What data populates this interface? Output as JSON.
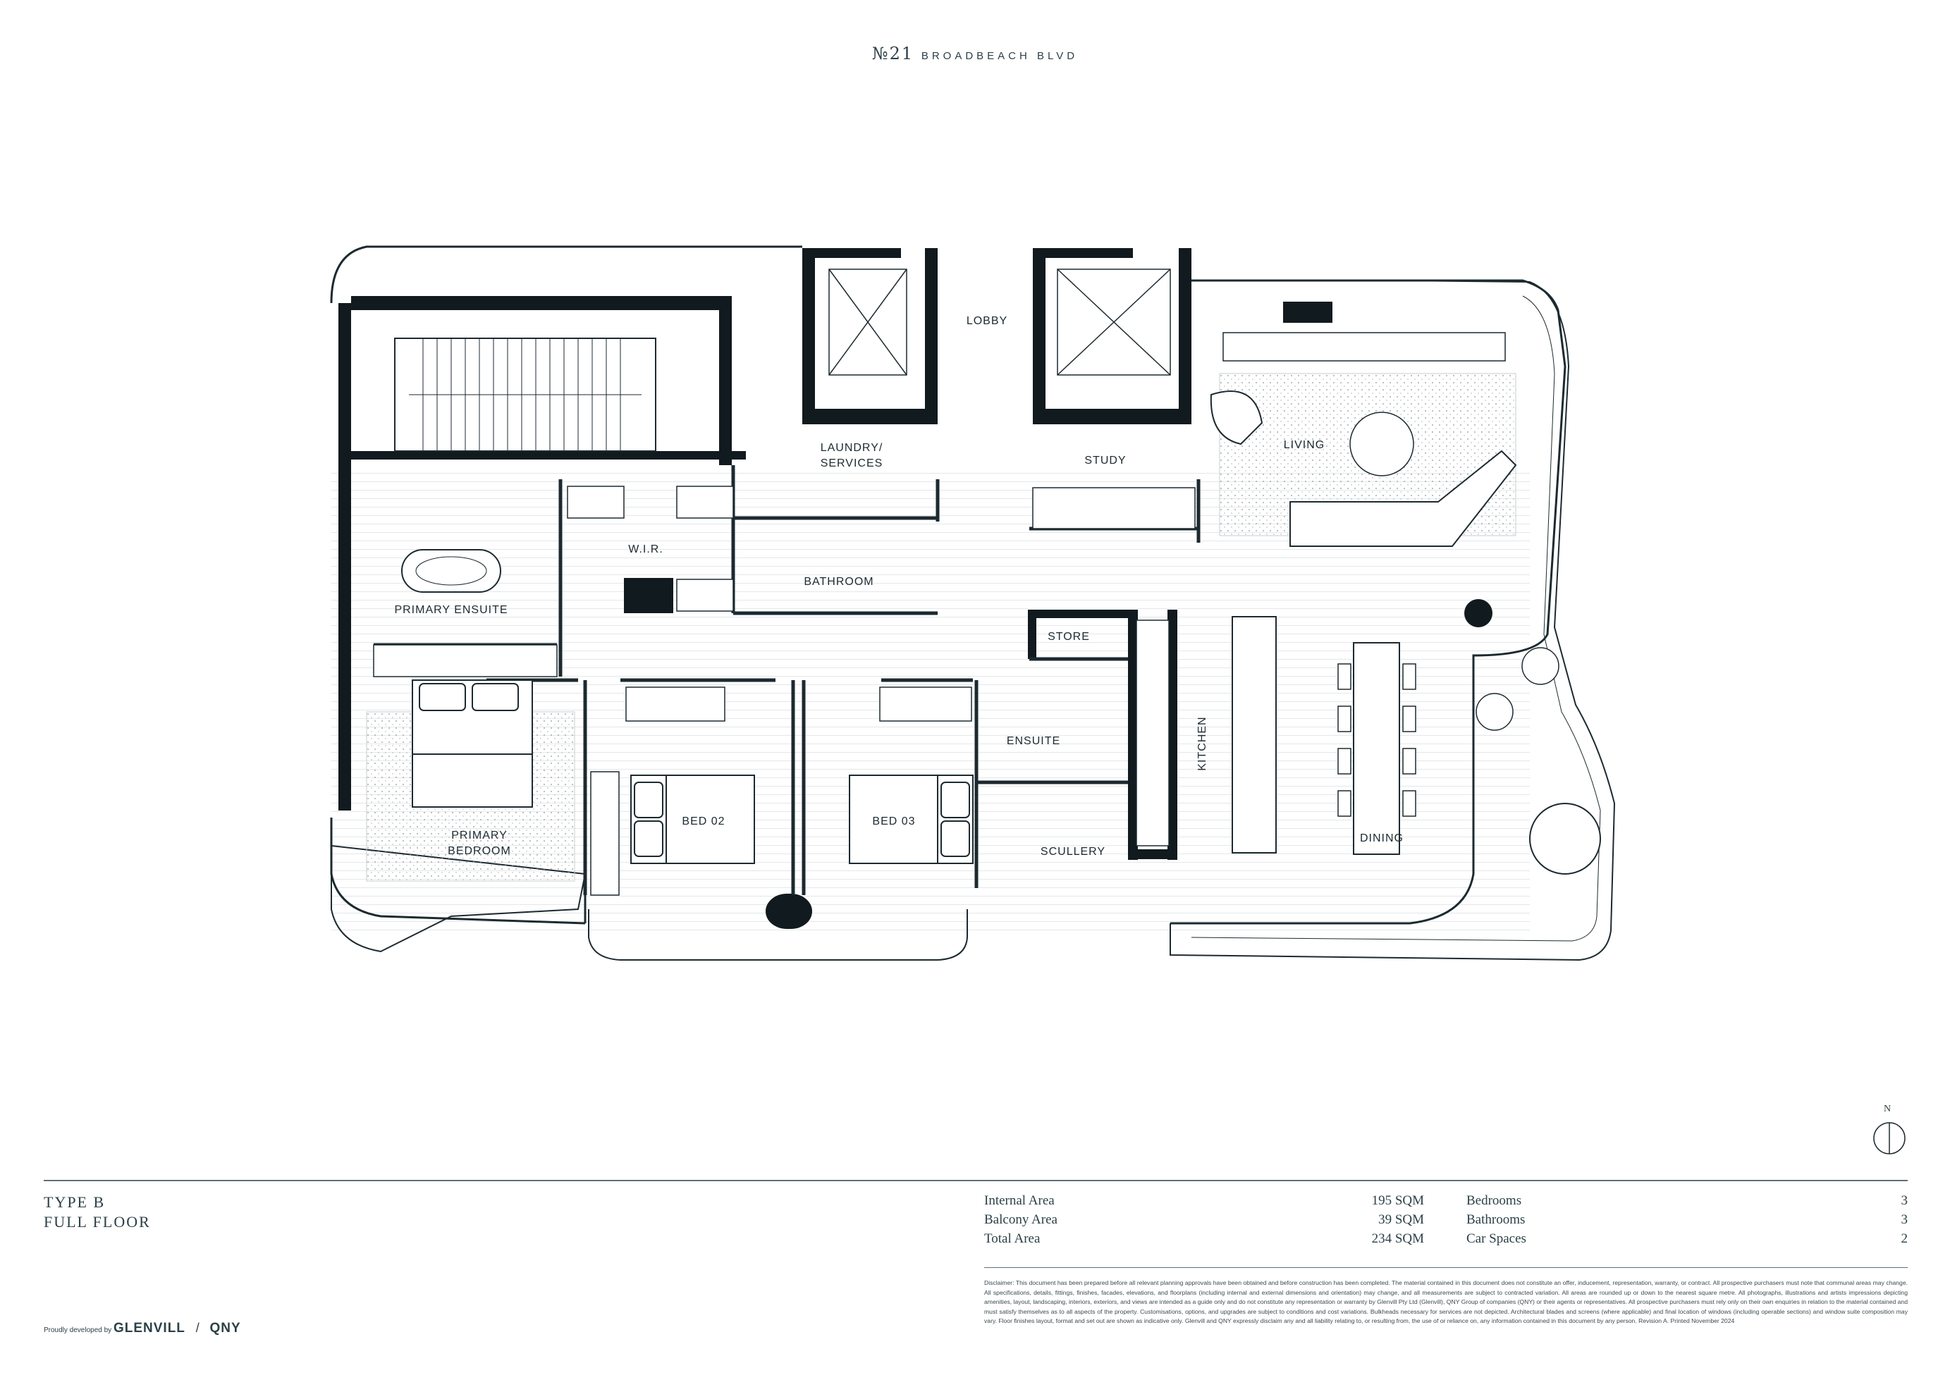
{
  "header": {
    "brand_no": "№21",
    "brand_street": "BROADBEACH BLVD"
  },
  "plan": {
    "rooms": {
      "lobby": "LOBBY",
      "laundry": "LAUNDRY/",
      "services": "SERVICES",
      "study": "STUDY",
      "living": "LIVING",
      "wir": "W.I.R.",
      "bathroom": "BATHROOM",
      "primary_ensuite": "PRIMARY ENSUITE",
      "primary": "PRIMARY",
      "bedroom": "BEDROOM",
      "store": "STORE",
      "ensuite": "ENSUITE",
      "bed02": "BED 02",
      "bed03": "BED 03",
      "kitchen": "KITCHEN",
      "scullery": "SCULLERY",
      "dining": "DINING"
    },
    "compass": "N"
  },
  "footer": {
    "type_line1": "TYPE B",
    "type_line2": "FULL FLOOR",
    "areas": [
      {
        "label": "Internal Area",
        "value": "195 SQM"
      },
      {
        "label": "Balcony Area",
        "value": "39 SQM"
      },
      {
        "label": "Total Area",
        "value": "234 SQM"
      }
    ],
    "counts": [
      {
        "label": "Bedrooms",
        "value": "3"
      },
      {
        "label": "Bathrooms",
        "value": "3"
      },
      {
        "label": "Car Spaces",
        "value": "2"
      }
    ],
    "disclaimer": "Disclaimer: This document has been prepared before all relevant planning approvals have been obtained and before construction has been completed. The material contained in this document does not constitute an offer, inducement, representation, warranty, or contract. All prospective purchasers must note that communal areas may change. All specifications, details, fittings, finishes, facades, elevations, and floorplans (including internal and external dimensions and orientation) may change, and all measurements are subject to contracted variation. All areas are rounded up or down to the nearest square metre. All photographs, illustrations and artists impressions depicting amenities, layout, landscaping, interiors, exteriors, and views are intended as a guide only and do not constitute any representation or warranty by Glenvill Pty Ltd (Glenvill), QNY Group of companies (QNY) or their agents or representatives. All prospective purchasers must rely only on their own enquiries in relation to the material contained and must satisfy themselves as to all aspects of the property. Customisations, options, and upgrades are subject to conditions and cost variations. Bulkheads necessary for services are not depicted. Architectural blades and screens (where applicable) and final location of windows (including operable sections) and window suite composition may vary. Floor finishes layout, format and set out are shown as indicative only. Glenvill and QNY expressly disclaim any and all liability relating to, or resulting from, the use of or reliance on, any information contained in this document by any person. Revision A. Printed November 2024",
    "developed_by": "Proudly developed by",
    "developer1": "GLENVILL",
    "separator": "/",
    "developer2": "QNY"
  }
}
